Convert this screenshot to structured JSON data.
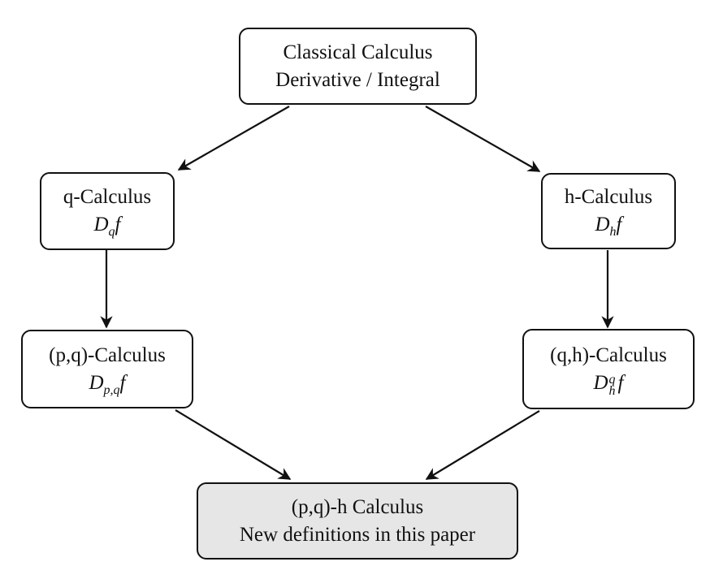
{
  "diagram": {
    "nodes": {
      "classical": {
        "line1": "Classical Calculus",
        "line2": "Derivative / Integral"
      },
      "q": {
        "line1": "q-Calculus",
        "op": "D",
        "sub": "q",
        "tail": "f"
      },
      "h": {
        "line1": "h-Calculus",
        "op": "D",
        "sub": "h",
        "tail": "f"
      },
      "pq": {
        "line1": "(p,q)-Calculus",
        "op": "D",
        "sub": "p,q",
        "tail": "f"
      },
      "qh": {
        "line1": "(q,h)-Calculus",
        "op": "D",
        "sub": "h",
        "sup": "q",
        "tail": "f"
      },
      "pqh": {
        "line1": "(p,q)-h Calculus",
        "line2": "New definitions in this paper"
      }
    },
    "edges": [
      {
        "from": "classical",
        "to": "q"
      },
      {
        "from": "classical",
        "to": "h"
      },
      {
        "from": "q",
        "to": "pq"
      },
      {
        "from": "h",
        "to": "qh"
      },
      {
        "from": "pq",
        "to": "pqh"
      },
      {
        "from": "qh",
        "to": "pqh"
      }
    ],
    "colors": {
      "stroke": "#111111",
      "highlight_fill": "#e6e6e6"
    }
  }
}
